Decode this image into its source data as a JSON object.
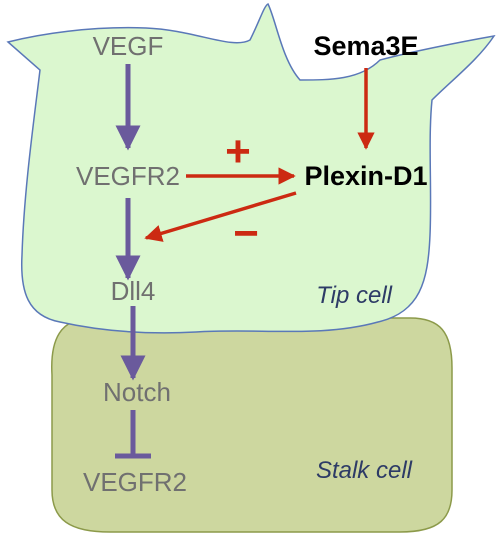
{
  "colors": {
    "tip_cell_fill": "#dbf7cf",
    "tip_cell_stroke": "#5a78b8",
    "stalk_cell_fill": "#cdd79f",
    "stalk_cell_stroke": "#8c9a4a",
    "pathway_arrow": "#6a5a9c",
    "regulation_arrow": "#cc2a12",
    "label_gray": "#707070",
    "cell_label": "#2d3b66"
  },
  "nodes": {
    "vegf": "VEGF",
    "vegfr2_tip": "VEGFR2",
    "dll4": "Dll4",
    "notch": "Notch",
    "vegfr2_stalk": "VEGFR2",
    "sema3e": "Sema3E",
    "plexin_d1": "Plexin-D1"
  },
  "signs": {
    "plus": "+",
    "minus": "−"
  },
  "cells": {
    "tip": "Tip cell",
    "stalk": "Stalk cell"
  },
  "edges": [
    {
      "from": "VEGF",
      "to": "VEGFR2",
      "type": "activation"
    },
    {
      "from": "VEGFR2",
      "to": "Dll4",
      "type": "activation"
    },
    {
      "from": "Dll4",
      "to": "Notch",
      "type": "activation"
    },
    {
      "from": "Notch",
      "to": "VEGFR2 (stalk)",
      "type": "inhibition"
    },
    {
      "from": "Sema3E",
      "to": "Plexin-D1",
      "type": "activation"
    },
    {
      "from": "VEGFR2",
      "to": "Plexin-D1",
      "type": "positive"
    },
    {
      "from": "Plexin-D1",
      "to": "Dll4 pathway",
      "type": "negative"
    }
  ]
}
